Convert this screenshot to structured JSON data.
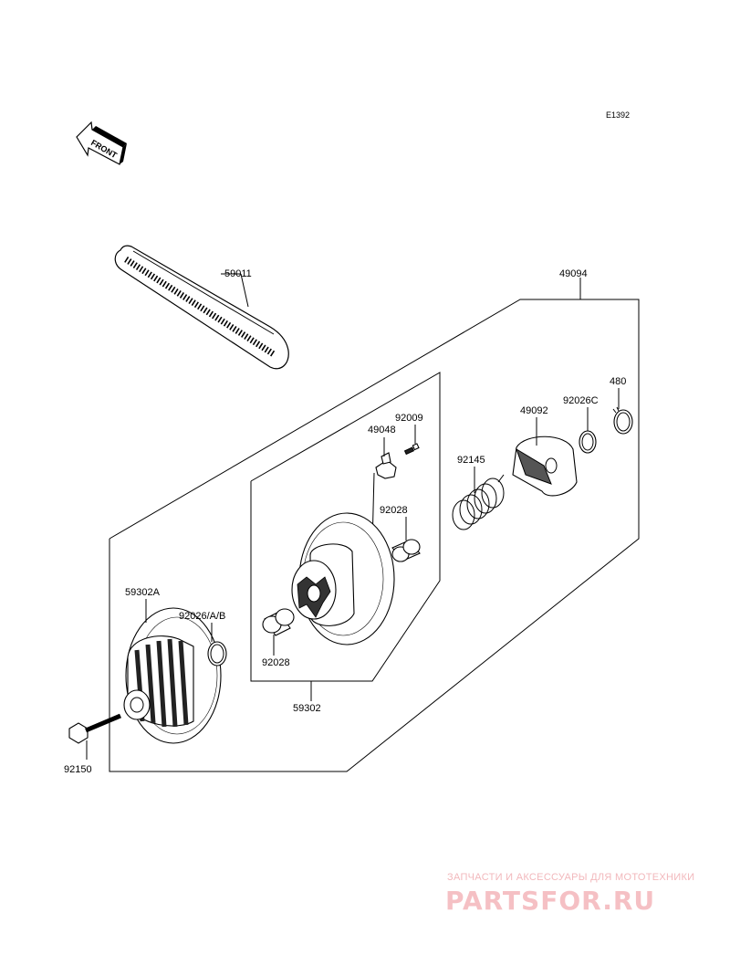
{
  "diagram_code": "E1392",
  "front_arrow_label": "FRONT",
  "parts": {
    "belt": "59011",
    "driven_pulley_assy": "49094",
    "bolt_small": "92009",
    "weight": "49048",
    "collar_upper": "92028",
    "ramp": "49092",
    "shim_c": "92026C",
    "circlip": "480",
    "spring": "92145",
    "fixed_sheave": "59302A",
    "shim_ab": "92026/A/B",
    "collar_lower": "92028",
    "movable_sheave": "59302",
    "bolt": "92150"
  },
  "watermark": {
    "tagline": "ЗАПЧАСТИ И АКСЕССУАРЫ ДЛЯ МОТОТЕХНИКИ",
    "logo": "PARTSFOR.RU"
  }
}
